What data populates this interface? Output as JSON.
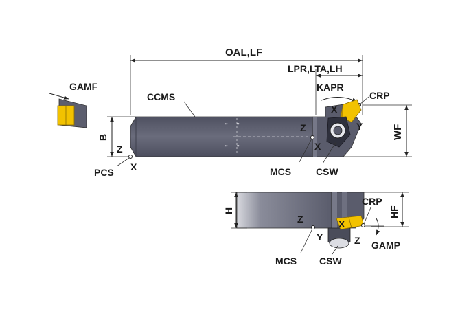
{
  "labels": {
    "oal_lf": "OAL,LF",
    "lpr_lta_lh": "LPR,LTA,LH",
    "kapr": "KAPR",
    "crp_top": "CRP",
    "gamf": "GAMF",
    "ccms": "CCMS",
    "b": "B",
    "wf": "WF",
    "pcs": "PCS",
    "mcs_top": "MCS",
    "csw_top": "CSW",
    "axis_x_pcs": "X",
    "axis_z_pcs": "Z",
    "axis_x_top": "X",
    "axis_y_top": "Y",
    "axis_z_mcs_top": "Z",
    "axis_x_mcs_top": "X",
    "h": "H",
    "hf": "HF",
    "crp_side": "CRP",
    "gamp": "GAMP",
    "mcs_side": "MCS",
    "csw_side": "CSW",
    "axis_z_mcs_side": "Z",
    "axis_y_mcs_side": "Y",
    "axis_x_side": "X",
    "axis_z_side": "Z"
  },
  "colors": {
    "body": "#5c5e6e",
    "body_light": "#9c9eaa",
    "insert": "#f2c200",
    "insert_dark": "#b98f00",
    "line": "#222222"
  }
}
